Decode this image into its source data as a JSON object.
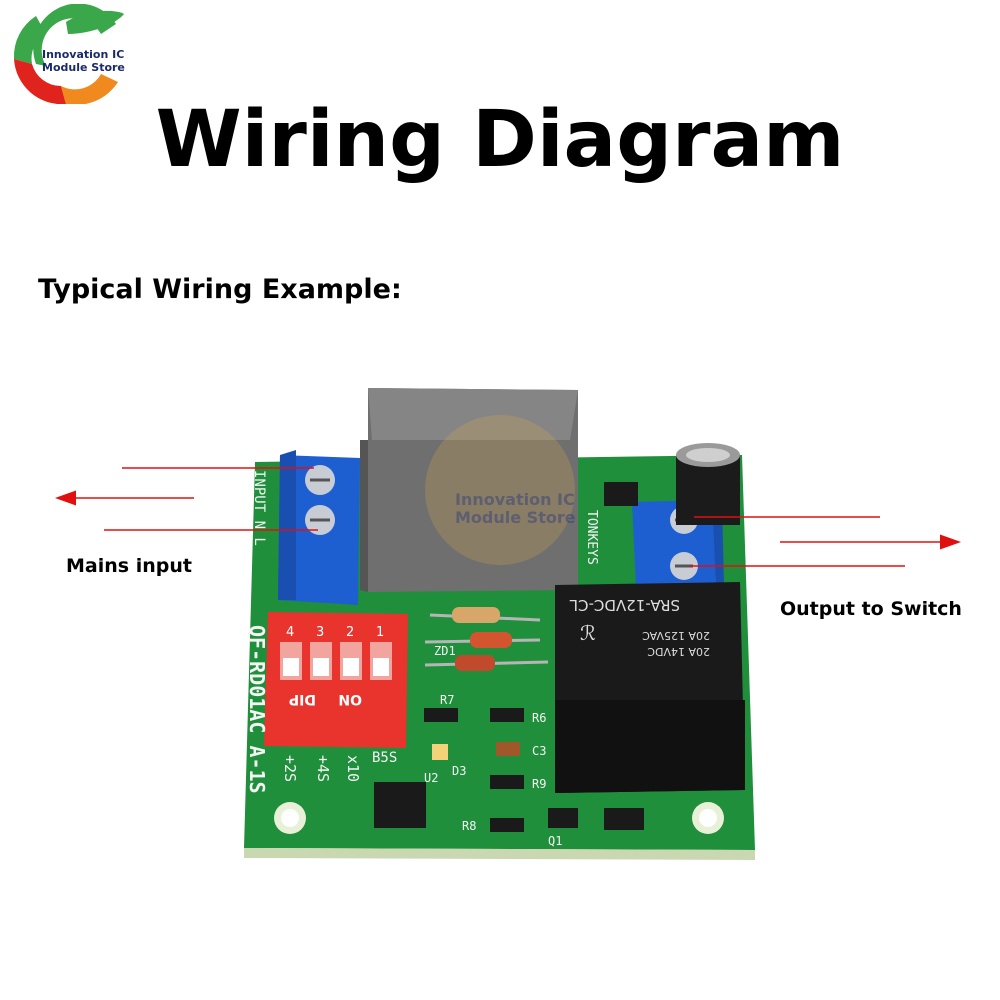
{
  "brand": {
    "line1": "Innovation IC",
    "line2": "Module Store",
    "colors": {
      "green": "#3aa84a",
      "orange": "#f08a1e",
      "red": "#e0231c",
      "navy": "#1a2a6c"
    }
  },
  "title": "Wiring Diagram",
  "subtitle": "Typical Wiring Example:",
  "labels": {
    "input": "Mains input",
    "output": "Output to Switch"
  },
  "board": {
    "pcb_color": "#1f8f3c",
    "terminal_color": "#1d5fd1",
    "dip_color": "#e8342c",
    "relay_color": "#1a1a1a",
    "arrow_color": "#e01010",
    "silk_left_vertical": "INPUT N L",
    "silk_model": "QF-RD01AC A-1S",
    "silk_left_opts": "+2S",
    "silk_left_opts2": "+4S",
    "silk_x10": "x10",
    "silk_brand": "TONKEYS",
    "silk_parts": [
      "ZD1",
      "R7",
      "R6",
      "C3",
      "R9",
      "R8",
      "D3",
      "U2",
      "Q1",
      "B5S"
    ],
    "dip_numbers": [
      "4",
      "3",
      "2",
      "1"
    ],
    "dip_text_left": "DIP",
    "dip_text_right": "ON",
    "relay_text": [
      "SRA-12VDC-CL",
      "20A 125VAC",
      "20A 14VDC"
    ],
    "watermark": [
      "Innovation IC",
      "Module Store"
    ]
  }
}
